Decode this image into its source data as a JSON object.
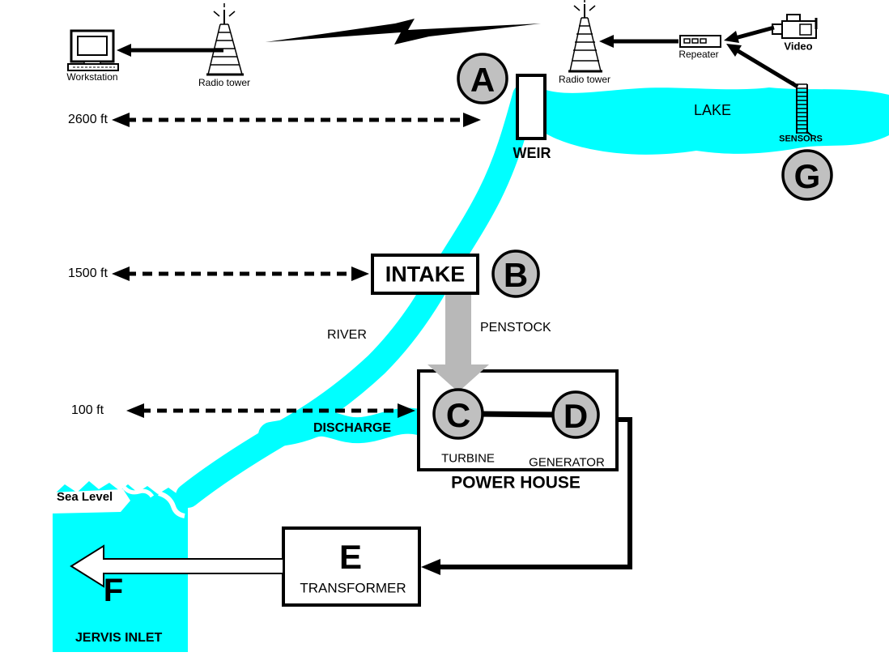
{
  "colors": {
    "water": "#00ffff",
    "node_fill": "#c0c0c0",
    "penstock": "#b8b8b8",
    "outline": "#000000"
  },
  "labels": {
    "workstation": "Workstation",
    "radio_tower_left": "Radio tower",
    "radio_tower_right": "Radio tower",
    "repeater": "Repeater",
    "video": "Video",
    "sensors": "SENSORS",
    "lake": "LAKE",
    "weir": "WEIR",
    "intake": "INTAKE",
    "penstock": "PENSTOCK",
    "river": "RIVER",
    "discharge": "DISCHARGE",
    "turbine": "TURBINE",
    "generator": "GENERATOR",
    "power_house": "POWER HOUSE",
    "transformer": "TRANSFORMER",
    "sea_level": "Sea Level",
    "jervis_inlet": "JERVIS INLET"
  },
  "distances": {
    "d2600": "2600 ft",
    "d1500": "1500 ft",
    "d100": "100 ft"
  },
  "markers": {
    "a": "A",
    "b": "B",
    "c": "C",
    "d": "D",
    "e": "E",
    "f": "F",
    "g": "G"
  }
}
